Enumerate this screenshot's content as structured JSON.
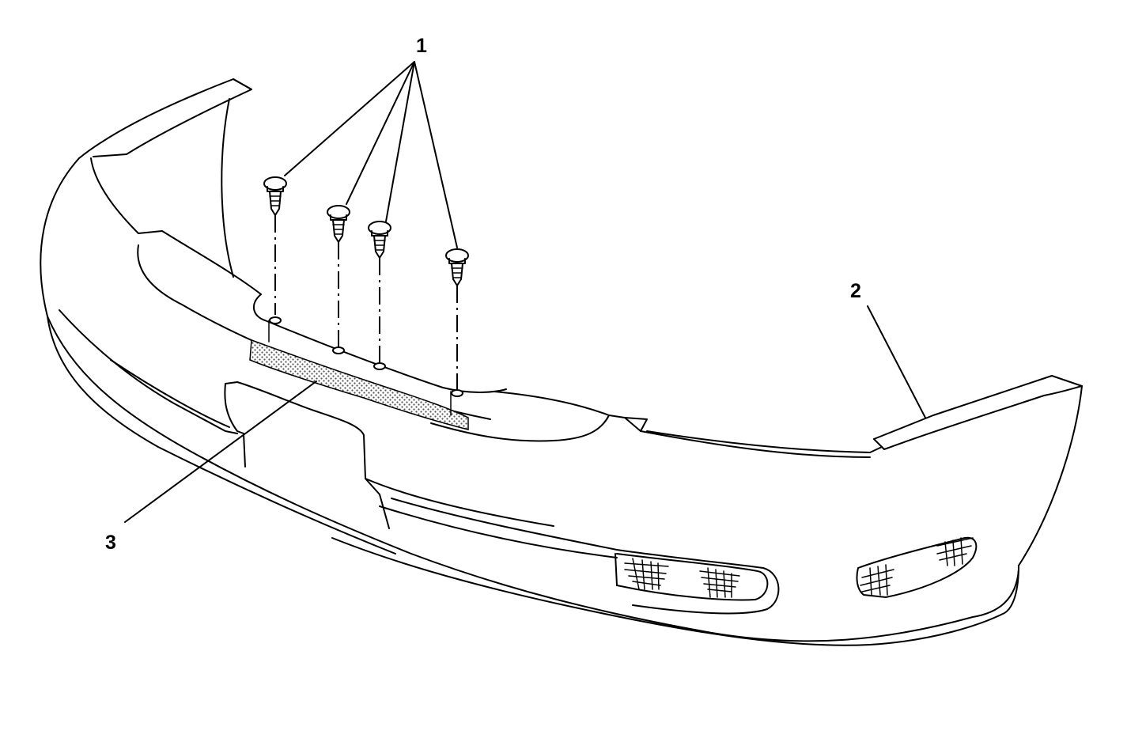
{
  "callouts": {
    "fasteners": "1",
    "bumper_fascia": "2",
    "grille_mesh": "3"
  },
  "colors": {
    "line": "#000000",
    "background": "#ffffff",
    "mesh": "#888888"
  },
  "icons": [
    "push-pin-retainer-icon"
  ]
}
